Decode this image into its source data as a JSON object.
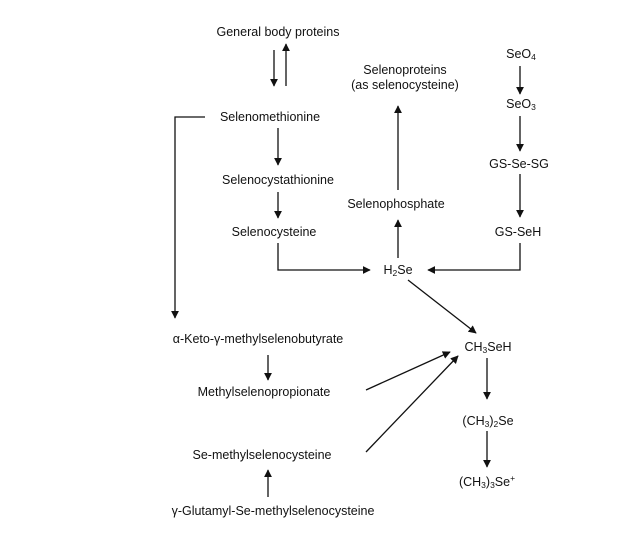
{
  "nodes": {
    "general_body_proteins": "General body proteins",
    "selenoproteins_line1": "Selenoproteins",
    "selenoproteins_line2": "(as selenocysteine)",
    "seo4": "SeO",
    "seo4_sub": "4",
    "seo3": "SeO",
    "seo3_sub": "3",
    "selenomethionine": "Selenomethionine",
    "gs_se_sg": "GS-Se-SG",
    "selenocystathionine": "Selenocystathionine",
    "selenophosphate": "Selenophosphate",
    "selenocysteine": "Selenocysteine",
    "gs_seh": "GS-SeH",
    "h2se_a": "H",
    "h2se_sub": "2",
    "h2se_b": "Se",
    "keto": "α-Keto-γ-methylselenobutyrate",
    "ch3seh_a": "CH",
    "ch3seh_sub": "3",
    "ch3seh_b": "SeH",
    "methylselenopropionate": "Methylselenopropionate",
    "ch3_2se_a": "(CH",
    "ch3_2se_sub1": "3",
    "ch3_2se_b": ")",
    "ch3_2se_sub2": "2",
    "ch3_2se_c": "Se",
    "se_methylselenocysteine": "Se-methylselenocysteine",
    "ch3_3se_a": "(CH",
    "ch3_3se_sub1": "3",
    "ch3_3se_b": ")",
    "ch3_3se_sub2": "3",
    "ch3_3se_c": "Se",
    "ch3_3se_sup": "+",
    "gamma_glutamyl": "γ-Glutamyl-Se-methylselenocysteine"
  }
}
